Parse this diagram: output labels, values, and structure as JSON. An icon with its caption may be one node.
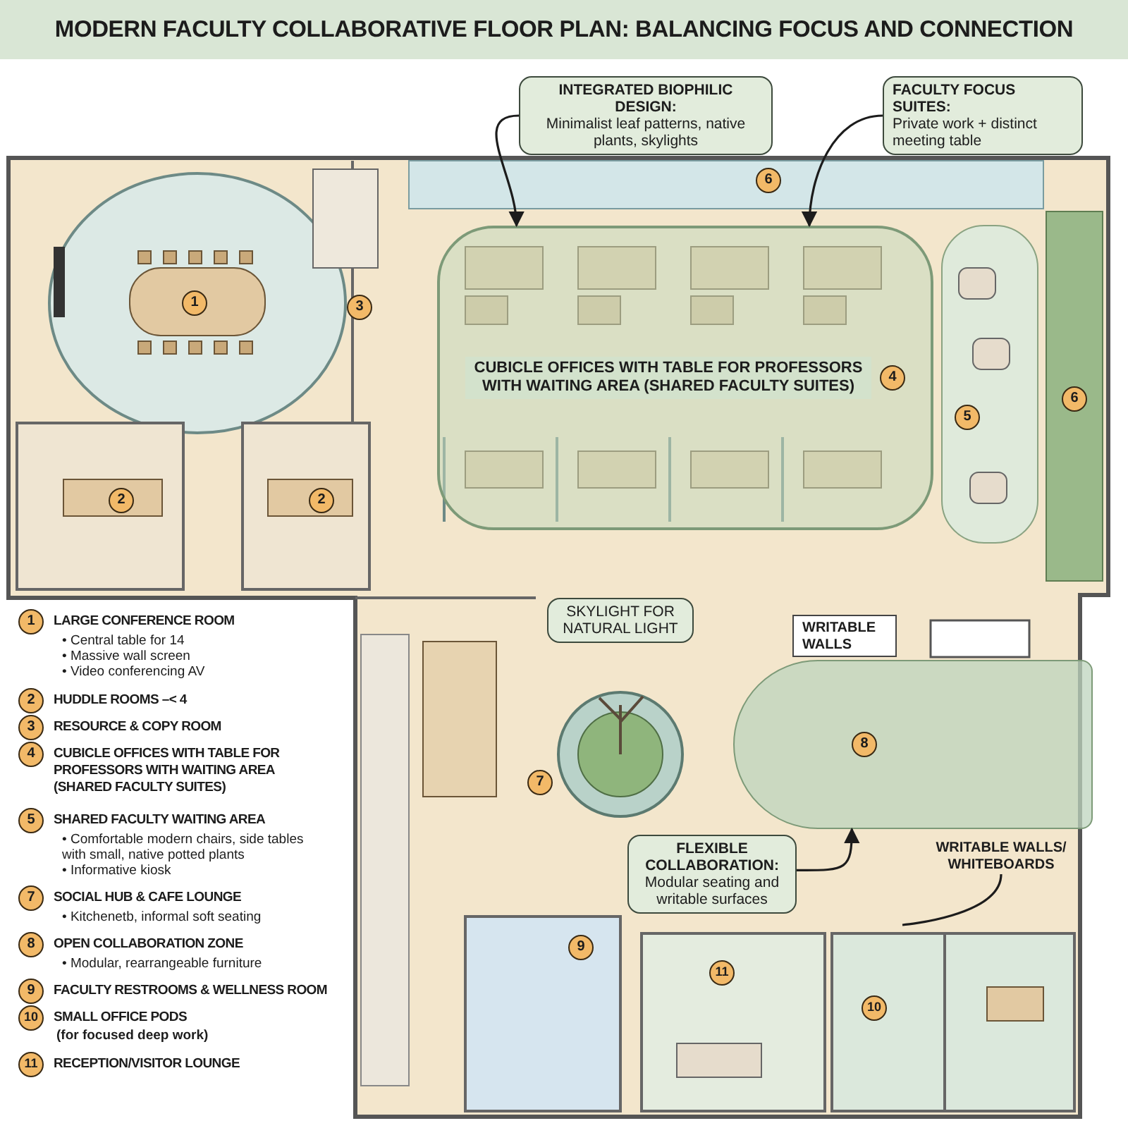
{
  "diagram": {
    "title": "MODERN FACULTY COLLABORATIVE FLOOR PLAN: BALANCING FOCUS AND CONNECTION",
    "nodes": [
      {
        "text": [
          "INTEGRATED BIOPHILIC DESIGN:",
          "Minimalist leaf patterns, native plants, skylights"
        ]
      },
      {
        "text": [
          "FACULTY FOCUS SUITES:",
          "Private work + distinct meeting table"
        ]
      },
      {
        "text": [
          "CUBICLE OFFICES WITH TABLE FOR PROFESSORS WITH WAITING AREA (SHARED FACULTY SUITES)",
          "4"
        ]
      },
      {
        "text": [
          "SKYLIGHT FOR NATURAL LIGHT"
        ]
      },
      {
        "text": [
          "WRITABLE WALLS"
        ]
      },
      {
        "text": [],
        "shape": "box"
      },
      {
        "text": [
          "FLEXIBLE COLLABORATION:",
          "Modular seating and writable surfaces"
        ]
      },
      {
        "text": [
          "WRITABLE WALLS/ WHITEBOARDS"
        ]
      }
    ],
    "edges": [
      {
        "from": 0,
        "to": 2,
        "arrow": "to"
      },
      {
        "from": 1,
        "to": 2,
        "arrow": "to"
      },
      {
        "from": 6,
        "to": 5,
        "arrow": "to"
      },
      {
        "from": 7,
        "to": null,
        "arrow": "none"
      }
    ],
    "labels": [
      "6",
      "1",
      "3",
      "6",
      "5",
      "2",
      "2",
      "8",
      "7",
      "9",
      "11",
      "10",
      "1",
      "LARGE CONFERENCE ROOM",
      "• Central table for 14",
      "• Massive wall screen",
      "• Video conferencing AV",
      "2",
      "HUDDLE ROOMS –< 4",
      "3",
      "RESOURCE & COPY ROOM",
      "4",
      "CUBICLE OFFICES WITH TABLE FOR PROFESSORS WITH WAITING AREA (SHARED FACULTY SUITES)",
      "5",
      "SHARED FACULTY WAITING AREA",
      "• Comfortable modern chairs, side tables with small, native potted plants",
      "• Informative kiosk",
      "7",
      "SOCIAL HUB & CAFE LOUNGE",
      "• Kitchenetb, informal soft seating",
      "8",
      "OPEN COLLABORATION ZONE",
      "• Modular, rearrangeable furniture",
      "9",
      "FACULTY RESTROOMS & WELLNESS ROOM",
      "10",
      "SMALL OFFICE PODS",
      "(for focused deep work)",
      "11",
      "RECEPTION/VISITOR LOUNGE"
    ]
  }
}
